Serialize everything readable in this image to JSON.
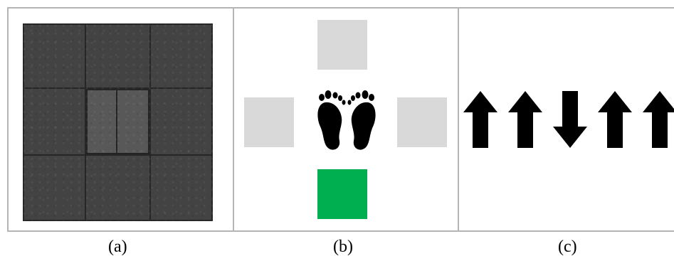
{
  "captions": {
    "a": "(a)",
    "b": "(b)",
    "c": "(c)"
  },
  "colors": {
    "border": "#b5b5b5",
    "inactive_square": "#d9d9d9",
    "active_square": "#00b050",
    "foot": "#000000",
    "arrow": "#000000",
    "photo_dark": "#3d3d3d"
  },
  "panel_b": {
    "squares": [
      {
        "position": "top",
        "state": "inactive"
      },
      {
        "position": "left",
        "state": "inactive"
      },
      {
        "position": "right",
        "state": "inactive"
      },
      {
        "position": "bottom",
        "state": "active"
      }
    ],
    "center_icon": "footprints-icon"
  },
  "panel_c": {
    "arrow_sequence": [
      "up",
      "up",
      "down",
      "up",
      "up"
    ]
  }
}
